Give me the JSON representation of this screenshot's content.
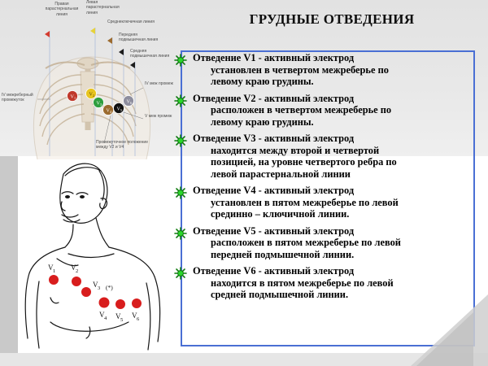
{
  "slide": {
    "title": "ГРУДНЫЕ ОТВЕДЕНИЯ",
    "accent_color": "#4a6fd4",
    "bullet_color": "#1eb31e",
    "electrode_color": "#d81d1d"
  },
  "bullets": [
    {
      "icon": "green-sunburst-bullet",
      "lead": "V1",
      "line1": "Отведение  V1 - активный электрод",
      "line2": "установлен в четвертом межреберье по",
      "line3": "левому краю грудины."
    },
    {
      "icon": "green-sunburst-bullet",
      "lead": "V2",
      "line1": "Отведение V2 - активный электрод",
      "line2": "расположен в четвертом межреберье по",
      "line3": "левому краю грудины."
    },
    {
      "icon": "green-sunburst-bullet",
      "lead": "V3",
      "line1": "Отведение V3 - активный электрод",
      "line2": "находится между второй и четвертой",
      "line3": "позицией,  на уровне четвертого ребра по",
      "line4": "левой парастернальной линии"
    },
    {
      "icon": "green-sunburst-bullet",
      "lead": "V4",
      "line1": "Отведение V4 - активный электрод",
      "line2": "установлен в пятом межреберье по левой",
      "line3": "срединно – ключичной линии."
    },
    {
      "icon": "green-sunburst-bullet",
      "lead": "V5",
      "line1": "Отведение V5 - активный электрод",
      "line2": "расположен в пятом межреберье по левой",
      "line3": "передней подмышечной линии."
    },
    {
      "icon": "green-sunburst-bullet",
      "lead": "V6",
      "line1": "Отведение V6 - активный электрод",
      "line2": "находится в пятом межреберье по левой",
      "line3": "средней подмышечной линии."
    }
  ],
  "anatomy_top": {
    "labels": [
      {
        "name": "right-parasternal-line",
        "text": "Правая парастернальная линия"
      },
      {
        "name": "left-parasternal-line",
        "text": "Левая парастернальная линия"
      },
      {
        "name": "midclavicular-line",
        "text": "Среднеключичная линия"
      },
      {
        "name": "anterior-axillary-line",
        "text": "Передняя подмышечная линия"
      },
      {
        "name": "mid-axillary-line",
        "text": "Средняя подмышечная линия"
      },
      {
        "name": "fourth-intercostal-space",
        "text": "IV межреберный промежуток"
      },
      {
        "name": "fourth-intercostal-space-short",
        "text": "IV меж промеж"
      },
      {
        "name": "fifth-intercostal-space-short",
        "text": "V меж промеж"
      },
      {
        "name": "intermediate-position",
        "text": "Промежуточное положение между V2 и V4"
      }
    ],
    "electrodes": [
      {
        "label": "V1",
        "color": "#c0392b"
      },
      {
        "label": "V2",
        "color": "#e8c41e"
      },
      {
        "label": "V3",
        "color": "#2e9e3e"
      },
      {
        "label": "V4",
        "color": "#9c6b2f"
      },
      {
        "label": "V5",
        "color": "#111111"
      },
      {
        "label": "V6",
        "color": "#8e8e9e"
      }
    ]
  },
  "anatomy_bottom": {
    "electrode_labels": [
      "V1",
      "V2",
      "V3",
      "V4",
      "V5",
      "V6"
    ],
    "note": "(*)"
  }
}
